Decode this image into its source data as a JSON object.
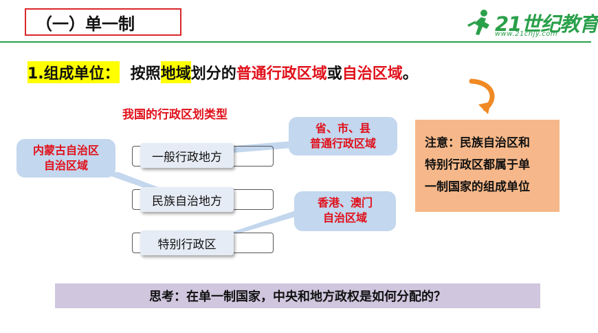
{
  "title": "（一）单一制",
  "logo": {
    "text": "21世纪教育",
    "url": "www.21cnjy.com",
    "icon": "runner-icon"
  },
  "line1": {
    "label": "1.组成单位：",
    "p1": "按照",
    "p2": "地域",
    "p3": "划分的",
    "p4": "普通行政区域",
    "p5": "或",
    "p6": "自治区域",
    "p7": "。"
  },
  "subhead": "我国的行政区划类型",
  "nodes": {
    "general": "一般行政地方",
    "ethnic": "民族自治地方",
    "special": "特别行政区"
  },
  "callouts": {
    "left": [
      "内蒙古自治区",
      "自治区域"
    ],
    "top_right": [
      "省、市、县",
      "普通行政区域"
    ],
    "mid_right": [
      "香港、澳门",
      "自治区域"
    ]
  },
  "note": [
    "注意：民族自治区和",
    "特别行政区都属于单",
    "一制国家的组成单位"
  ],
  "think": "思考：在单一制国家，中央和地方政权是如何分配的？",
  "colors": {
    "accent_red": "#e0101a",
    "logo_green": "#2aa04a",
    "highlight": "#ffff00"
  }
}
